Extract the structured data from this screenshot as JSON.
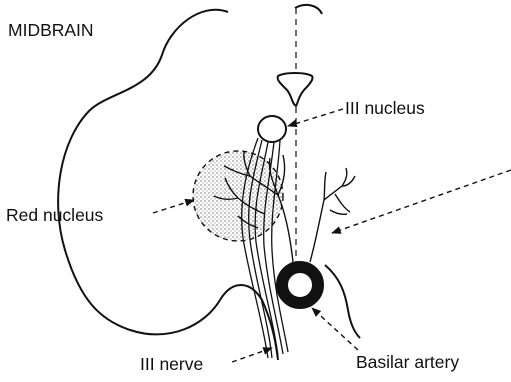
{
  "diagram": {
    "title": "MIDBRAIN",
    "labels": {
      "iii_nucleus": "III nucleus",
      "red_nucleus": "Red nucleus",
      "iii_nerve": "III nerve",
      "basilar_artery": "Basilar artery"
    }
  },
  "colors": {
    "ink": "#111111",
    "background": "#ffffff"
  }
}
